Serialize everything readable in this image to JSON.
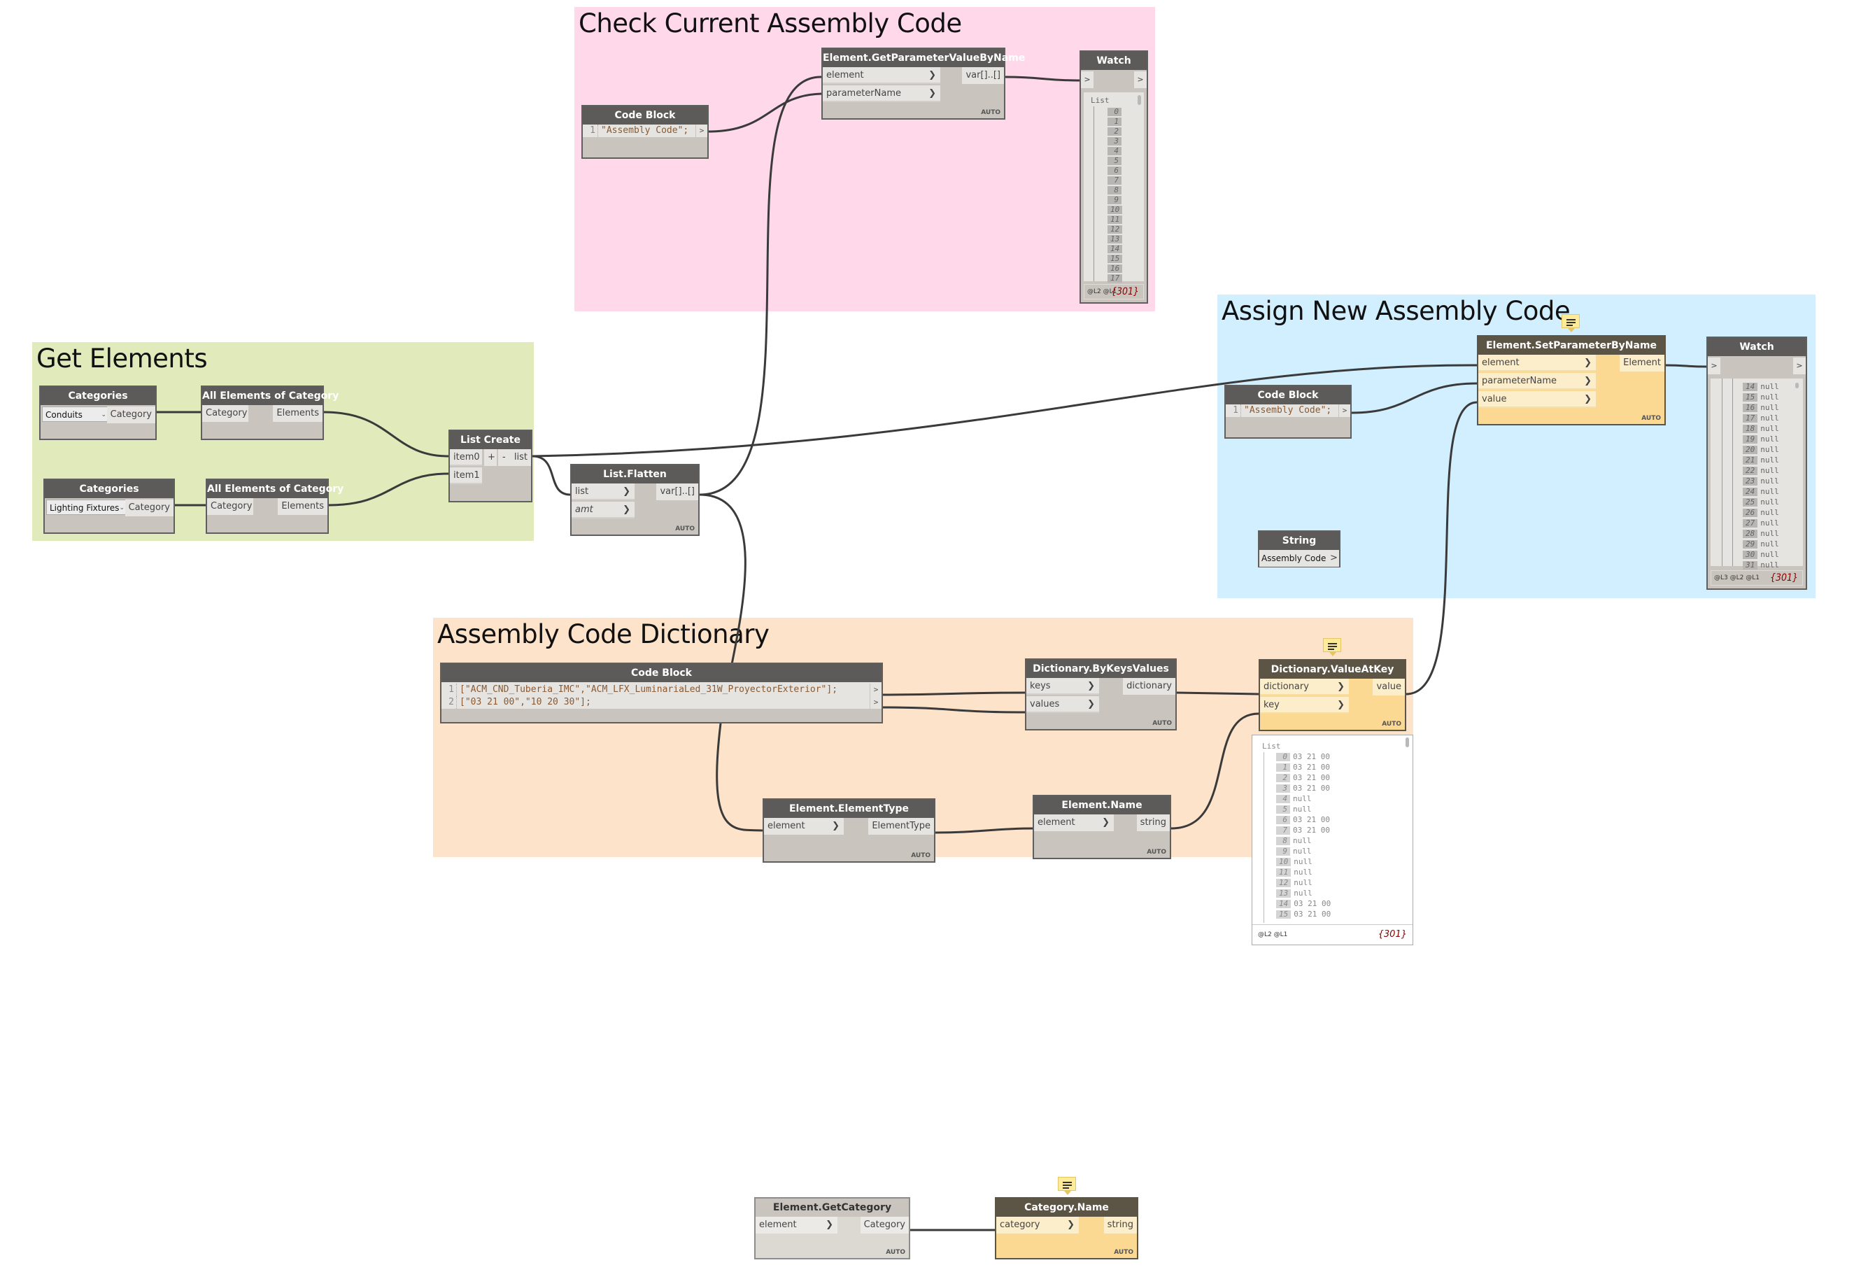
{
  "groups": {
    "check": {
      "title": "Check Current Assembly Code",
      "color": "#ffd9ea"
    },
    "get": {
      "title": "Get Elements",
      "color": "#e1eabb"
    },
    "assign": {
      "title": "Assign New Assembly Code",
      "color": "#d1efff"
    },
    "dict": {
      "title": "Assembly Code Dictionary",
      "color": "#fde3ca"
    }
  },
  "nodes": {
    "categories1": {
      "title": "Categories",
      "selected": "Conduits",
      "out": "Category"
    },
    "categories2": {
      "title": "Categories",
      "selected": "Lighting Fixtures",
      "out": "Category"
    },
    "allElem1": {
      "title": "All Elements of Category",
      "in": "Category",
      "out": "Elements"
    },
    "allElem2": {
      "title": "All Elements of Category",
      "in": "Category",
      "out": "Elements"
    },
    "listCreate": {
      "title": "List Create",
      "in0": "item0",
      "in1": "item1",
      "add": "+",
      "remove": "-",
      "out": "list"
    },
    "listFlatten": {
      "title": "List.Flatten",
      "in0": "list",
      "in1": "amt",
      "out": "var[]..[]",
      "lacing": "AUTO"
    },
    "codeCheck": {
      "title": "Code Block",
      "lines": [
        {
          "n": "1",
          "code": "\"Assembly Code\";"
        }
      ],
      "out": ">"
    },
    "getParam": {
      "title": "Element.GetParameterValueByName",
      "in0": "element",
      "in1": "parameterName",
      "out": "var[]..[]",
      "lacing": "AUTO"
    },
    "watch1": {
      "title": "Watch",
      "in": ">",
      "out": ">",
      "list_label": "List",
      "indices": [
        "0",
        "1",
        "2",
        "3",
        "4",
        "5",
        "6",
        "7",
        "8",
        "9",
        "10",
        "11",
        "12",
        "13",
        "14",
        "15",
        "16",
        "17"
      ],
      "levels": "@L2 @L1",
      "count": "{301}"
    },
    "codeAssign": {
      "title": "Code Block",
      "lines": [
        {
          "n": "1",
          "code": "\"Assembly Code\";"
        }
      ],
      "out": ">"
    },
    "stringNode": {
      "title": "String",
      "value": "Assembly Code",
      "out": ">"
    },
    "setParam": {
      "title": "Element.SetParameterByName",
      "in0": "element",
      "in1": "parameterName",
      "in2": "value",
      "out": "Element",
      "lacing": "AUTO"
    },
    "watch2": {
      "title": "Watch",
      "in": ">",
      "out": ">",
      "items": [
        {
          "i": "14",
          "v": "null"
        },
        {
          "i": "15",
          "v": "null"
        },
        {
          "i": "16",
          "v": "null"
        },
        {
          "i": "17",
          "v": "null"
        },
        {
          "i": "18",
          "v": "null"
        },
        {
          "i": "19",
          "v": "null"
        },
        {
          "i": "20",
          "v": "null"
        },
        {
          "i": "21",
          "v": "null"
        },
        {
          "i": "22",
          "v": "null"
        },
        {
          "i": "23",
          "v": "null"
        },
        {
          "i": "24",
          "v": "null"
        },
        {
          "i": "25",
          "v": "null"
        },
        {
          "i": "26",
          "v": "null"
        },
        {
          "i": "27",
          "v": "null"
        },
        {
          "i": "28",
          "v": "null"
        },
        {
          "i": "29",
          "v": "null"
        },
        {
          "i": "30",
          "v": "null"
        },
        {
          "i": "31",
          "v": "null"
        }
      ],
      "levels": "@L3 @L2 @L1",
      "count": "{301}"
    },
    "codeDict": {
      "title": "Code Block",
      "lines": [
        {
          "n": "1",
          "code": "[\"ACM_CND_Tuberia_IMC\",\"ACM_LFX_LuminariaLed_31W_ProyectorExterior\"];"
        },
        {
          "n": "2",
          "code": "[\"03 21 00\",\"10 20 30\"];"
        }
      ],
      "out": ">"
    },
    "byKeysValues": {
      "title": "Dictionary.ByKeysValues",
      "in0": "keys",
      "in1": "values",
      "out": "dictionary",
      "lacing": "AUTO"
    },
    "valueAtKey": {
      "title": "Dictionary.ValueAtKey",
      "in0": "dictionary",
      "in1": "key",
      "out": "value",
      "lacing": "AUTO",
      "preview": {
        "list_label": "List",
        "items": [
          {
            "i": "0",
            "v": "03 21 00"
          },
          {
            "i": "1",
            "v": "03 21 00"
          },
          {
            "i": "2",
            "v": "03 21 00"
          },
          {
            "i": "3",
            "v": "03 21 00"
          },
          {
            "i": "4",
            "v": "null"
          },
          {
            "i": "5",
            "v": "null"
          },
          {
            "i": "6",
            "v": "03 21 00"
          },
          {
            "i": "7",
            "v": "03 21 00"
          },
          {
            "i": "8",
            "v": "null"
          },
          {
            "i": "9",
            "v": "null"
          },
          {
            "i": "10",
            "v": "null"
          },
          {
            "i": "11",
            "v": "null"
          },
          {
            "i": "12",
            "v": "null"
          },
          {
            "i": "13",
            "v": "null"
          },
          {
            "i": "14",
            "v": "03 21 00"
          },
          {
            "i": "15",
            "v": "03 21 00"
          }
        ],
        "levels": "@L2 @L1",
        "count": "{301}"
      }
    },
    "elementType": {
      "title": "Element.ElementType",
      "in0": "element",
      "out": "ElementType",
      "lacing": "AUTO"
    },
    "elementName": {
      "title": "Element.Name",
      "in0": "element",
      "out": "string",
      "lacing": "AUTO"
    },
    "getCategory": {
      "title": "Element.GetCategory",
      "in0": "element",
      "out": "Category",
      "lacing": "AUTO"
    },
    "categoryName": {
      "title": "Category.Name",
      "in0": "category",
      "out": "string",
      "lacing": "AUTO"
    }
  },
  "icons": {
    "chevron": "❯",
    "dropdown": "⌄",
    "comment": "comment-icon"
  }
}
